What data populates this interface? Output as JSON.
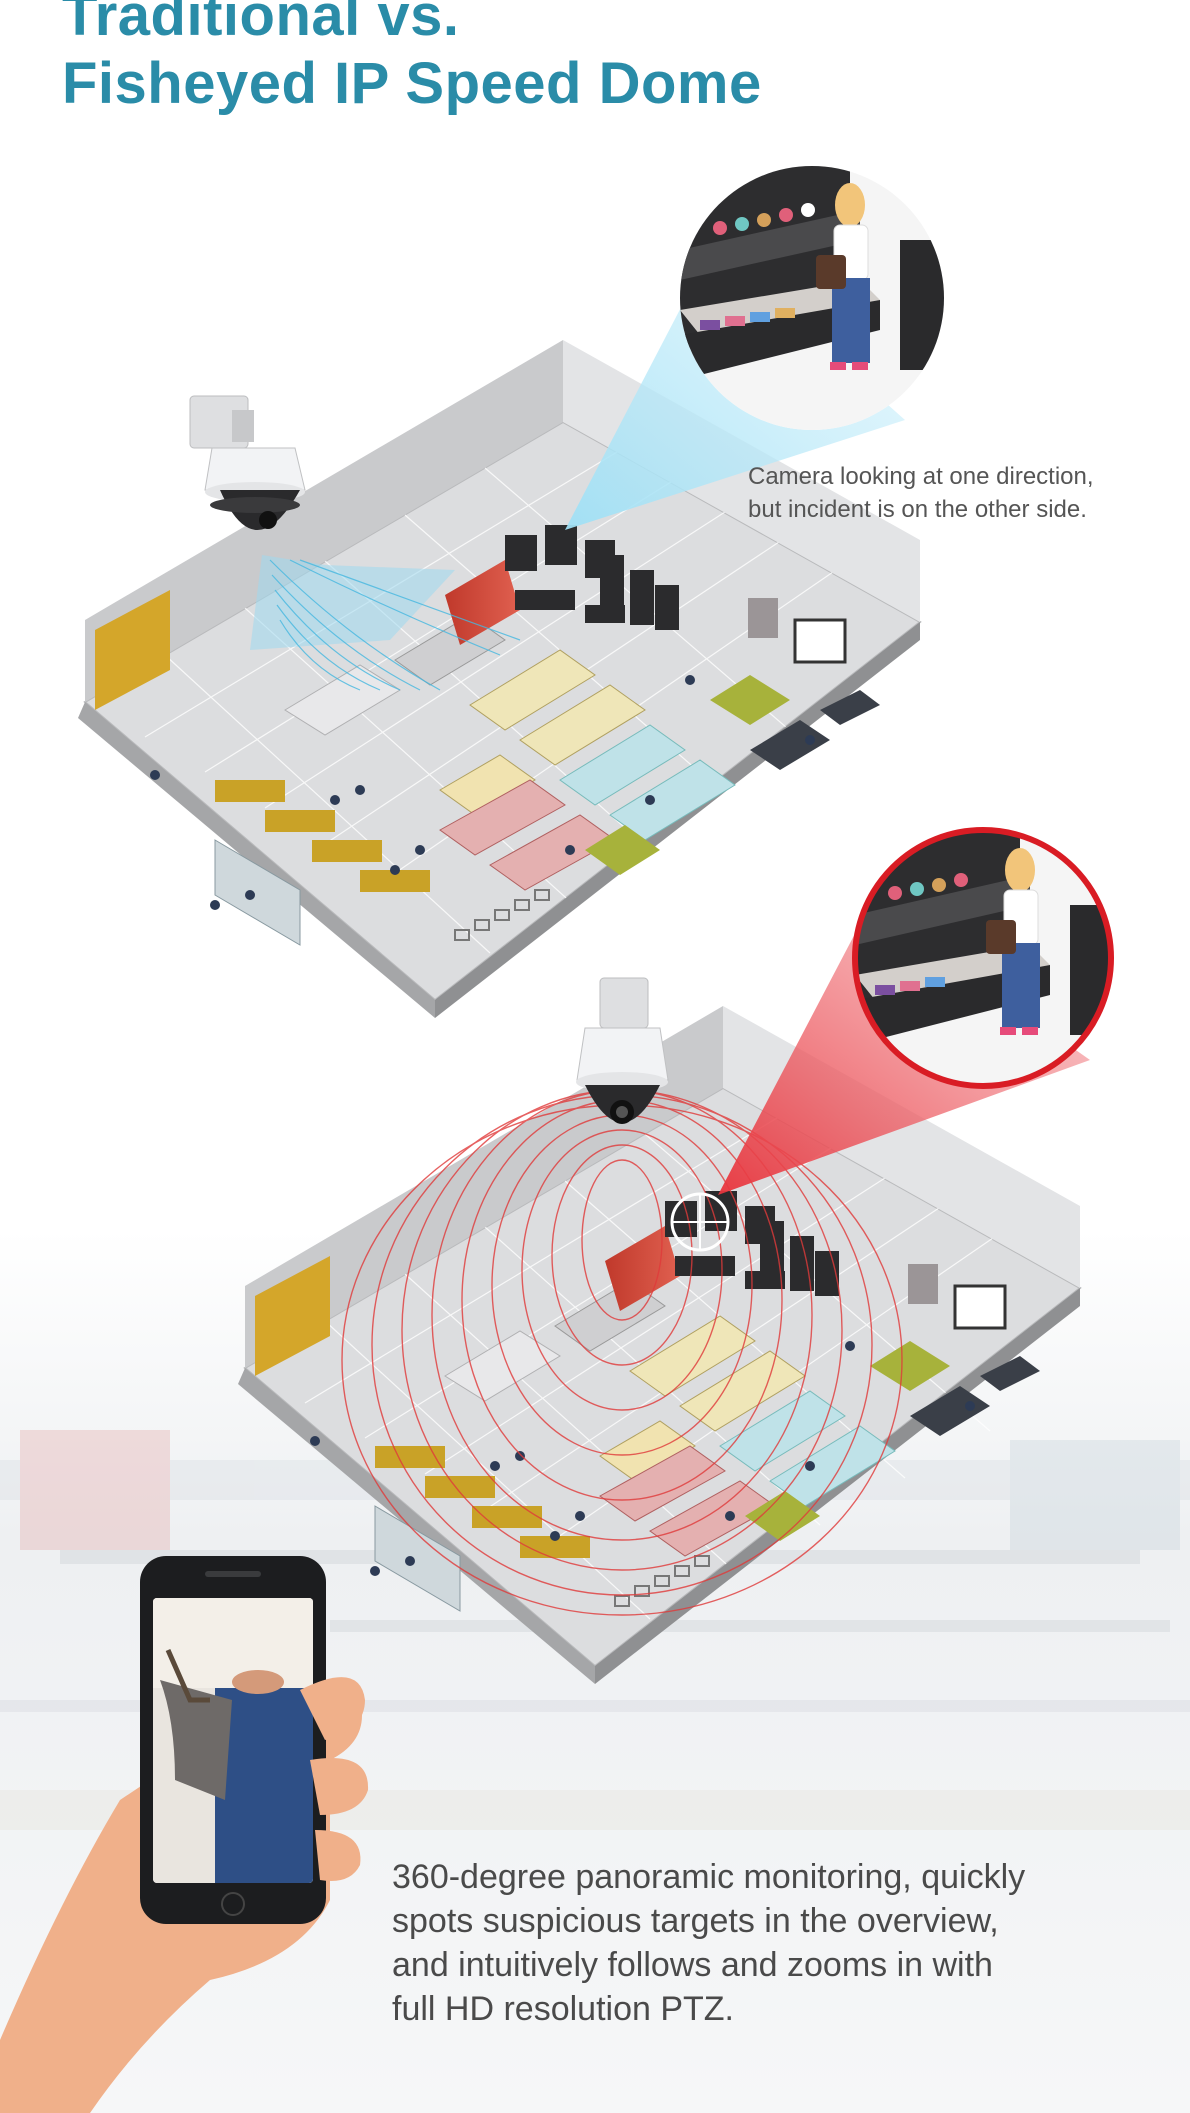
{
  "title": {
    "line1": "Traditional vs.",
    "line2": "Fisheyed IP Speed Dome"
  },
  "traditional_caption": {
    "line1": "Camera looking at one direction,",
    "line2": "but incident is on the other side."
  },
  "fisheye_caption": {
    "line1": "360-degree panoramic monitoring, quickly",
    "line2": "spots suspicious targets in the overview,",
    "line3": "and intuitively follows and zooms in with",
    "line4": "full HD resolution PTZ."
  },
  "colors": {
    "title": "#2a8ca8",
    "traditional_beam": "#7fd3ef",
    "fisheye_beam": "#e8343c",
    "floor": "#d9dadc",
    "wall": "#cfd0d2",
    "highlight_ring": "#d91c24"
  },
  "icons": {
    "camera": "speed-dome-camera-icon",
    "store": "isometric-store-icon",
    "phone": "smartphone-icon",
    "zoom": "zoom-circle-icon"
  }
}
